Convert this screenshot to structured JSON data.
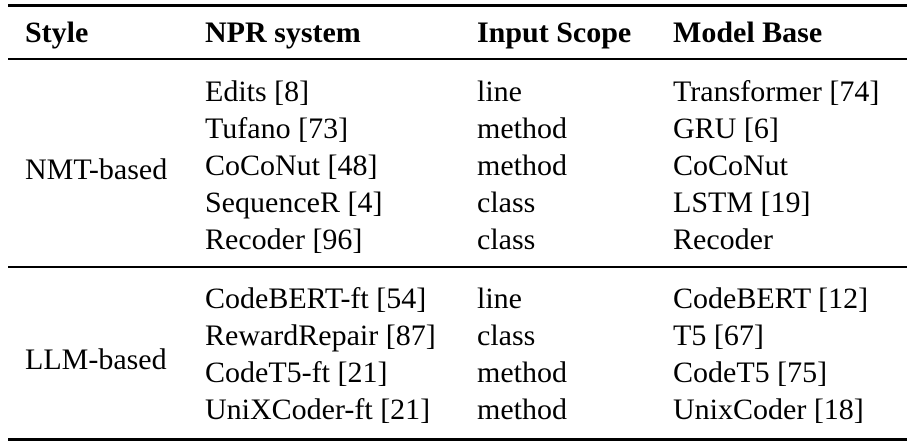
{
  "table": {
    "columns": [
      "Style",
      "NPR system",
      "Input Scope",
      "Model Base"
    ],
    "groups": [
      {
        "style": "NMT-based",
        "rows": [
          {
            "npr_system": "Edits [8]",
            "input_scope": "line",
            "model_base": "Transformer [74]"
          },
          {
            "npr_system": "Tufano [73]",
            "input_scope": "method",
            "model_base": "GRU [6]"
          },
          {
            "npr_system": "CoCoNut [48]",
            "input_scope": "method",
            "model_base": "CoCoNut"
          },
          {
            "npr_system": "SequenceR [4]",
            "input_scope": "class",
            "model_base": "LSTM [19]"
          },
          {
            "npr_system": "Recoder [96]",
            "input_scope": "class",
            "model_base": "Recoder"
          }
        ]
      },
      {
        "style": "LLM-based",
        "rows": [
          {
            "npr_system": "CodeBERT-ft [54]",
            "input_scope": "line",
            "model_base": "CodeBERT [12]"
          },
          {
            "npr_system": "RewardRepair [87]",
            "input_scope": "class",
            "model_base": "T5 [67]"
          },
          {
            "npr_system": "CodeT5-ft [21]",
            "input_scope": "method",
            "model_base": "CodeT5 [75]"
          },
          {
            "npr_system": "UniXCoder-ft [21]",
            "input_scope": "method",
            "model_base": "UnixCoder [18]"
          }
        ]
      }
    ],
    "colors": {
      "text": "#000000",
      "rule": "#000000",
      "background": "#ffffff"
    }
  }
}
